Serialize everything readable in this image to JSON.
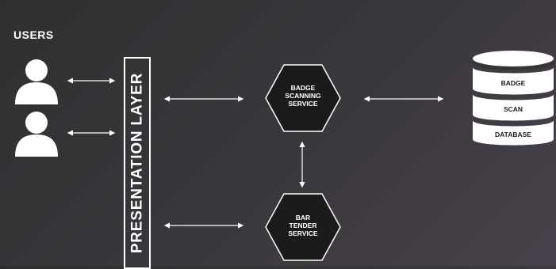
{
  "users": {
    "label": "USERS"
  },
  "presentation_layer": {
    "label": "PRESENTATION LAYER"
  },
  "services": {
    "badge_scanning": [
      "BADGE",
      "SCANNING",
      "SERVICE"
    ],
    "bar_tender": [
      "BAR",
      "TENDER",
      "SERVICE"
    ]
  },
  "database": {
    "sections": [
      "BADGE",
      "SCAN",
      "DATABASE"
    ]
  },
  "colors": {
    "background": "#353437",
    "hexagon_fill": "#1b1b1b",
    "stroke": "#ffffff",
    "database_fill": "#ffffff",
    "database_text": "#1e1e1e"
  }
}
